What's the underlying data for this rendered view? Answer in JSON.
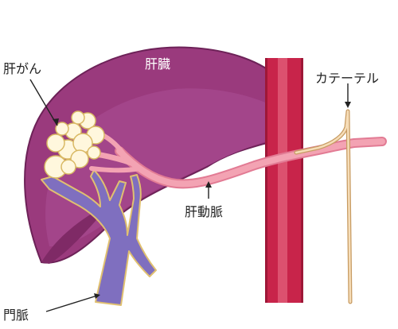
{
  "labels": {
    "liver": "肝臓",
    "liver_cancer": "肝がん",
    "catheter": "カテーテル",
    "hepatic_artery": "肝動脈",
    "portal_vein": "門脈"
  },
  "colors": {
    "liver_outer": "#9a3a7d",
    "liver_outer_dark": "#7f2a66",
    "liver_inner": "#b04b90",
    "liver_cut": "#8a3a75",
    "artery": "#f3a3b3",
    "artery_edge": "#e27b94",
    "aorta": "#c8244a",
    "aorta_highlight": "#ea6f88",
    "portal_vein": "#7f6fbf",
    "portal_vein_edge": "#e0c070",
    "tumor": "#fff7dd",
    "tumor_edge": "#d9b964",
    "catheter": "#f6ddb8",
    "catheter_edge": "#c79b62"
  }
}
